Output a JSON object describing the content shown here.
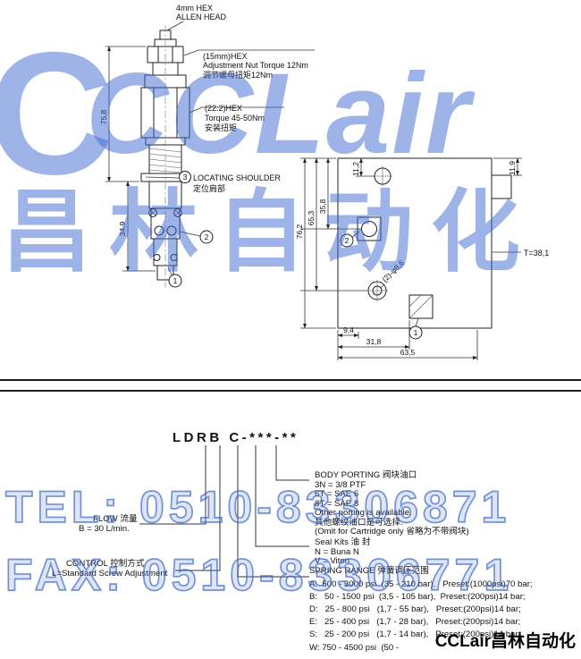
{
  "watermark": {
    "logo": "C",
    "brand": "CCLair",
    "brand_cn": "昌林自动化",
    "tel": "TEL: 0510-83306871",
    "fax": "FAX: 0510-83306771",
    "footer": "CCLair昌林自动化",
    "blue": "#3a68d6"
  },
  "valve": {
    "allen_line1": "4mm HEX",
    "allen_line2": "ALLEN HEAD",
    "nut_line1": "(15mm)HEX",
    "nut_line2": "Adjustment Nut Torque 12Nm",
    "nut_line3": "调节螺母扭矩12Nm",
    "hex_line1": "(22.2)HEX",
    "hex_line2": "Torque 45-50Nm",
    "hex_line3": "安装扭矩",
    "shoulder_line1": "LOCATING SHOULDER",
    "shoulder_line2": "定位肩部",
    "dim_total": "75,8",
    "dim_lower": "34,9",
    "c1": "1",
    "c2": "2",
    "c3": "3"
  },
  "port_view": {
    "dim_11_2": "11,2",
    "dim_35_8": "35,8",
    "dim_65_3": "65,3",
    "dim_76_2": "76,2",
    "dim_11_9": "11,9",
    "thickness": "T=38,1",
    "holes_note": "(2)-φ8,6",
    "dim_9_4": "9,4",
    "dim_31_8": "31,8",
    "dim_63_5": "63,5",
    "c1": "1",
    "c2": "2"
  },
  "ordering": {
    "code": "LDRB C-***-**",
    "body_porting": {
      "title": "BODY PORTING 阀块油口",
      "opt1": "3N = 3/8 PTF",
      "opt2": "6T = SAE 6",
      "opt3": "8T = SAE 8",
      "note1": "Other porting is available.",
      "note2": "其他螺纹油口是可选择.",
      "note3": "(Omit for Cartridge only 省略为不带阀块)"
    },
    "flow": {
      "title": "FLOW 流量",
      "value": "B = 30 L/min."
    },
    "seal": {
      "title": "Seal Kits 油 封",
      "opt1": "N = Buna N",
      "opt2": "V = Viton"
    },
    "control": {
      "title": "CONTROL 控制方式",
      "value": "L=Standard Screw Adjustment"
    },
    "spring": {
      "title": "SPRING RANGE  弹簧调压范围",
      "rows": [
        "A:  500 - 3000 psi  (35 - 210 bar),   Preset:(1000psi)70 bar;",
        "B:   50 - 1500 psi  (3,5 - 105 bar),  Preset:(200psi)14 bar;",
        "D:   25 - 800 psi   (1,7 - 55 bar),   Preset:(200psi)14 bar;",
        "E:   25 - 400 psi   (1,7 - 28 bar),   Preset:(200psi)14 bar;",
        "S:   25 - 200 psi   (1,7 - 14 bar),   Preset:(200psi)14 bar;",
        "W: 750 - 4500 psi  (50 - "
      ]
    }
  }
}
